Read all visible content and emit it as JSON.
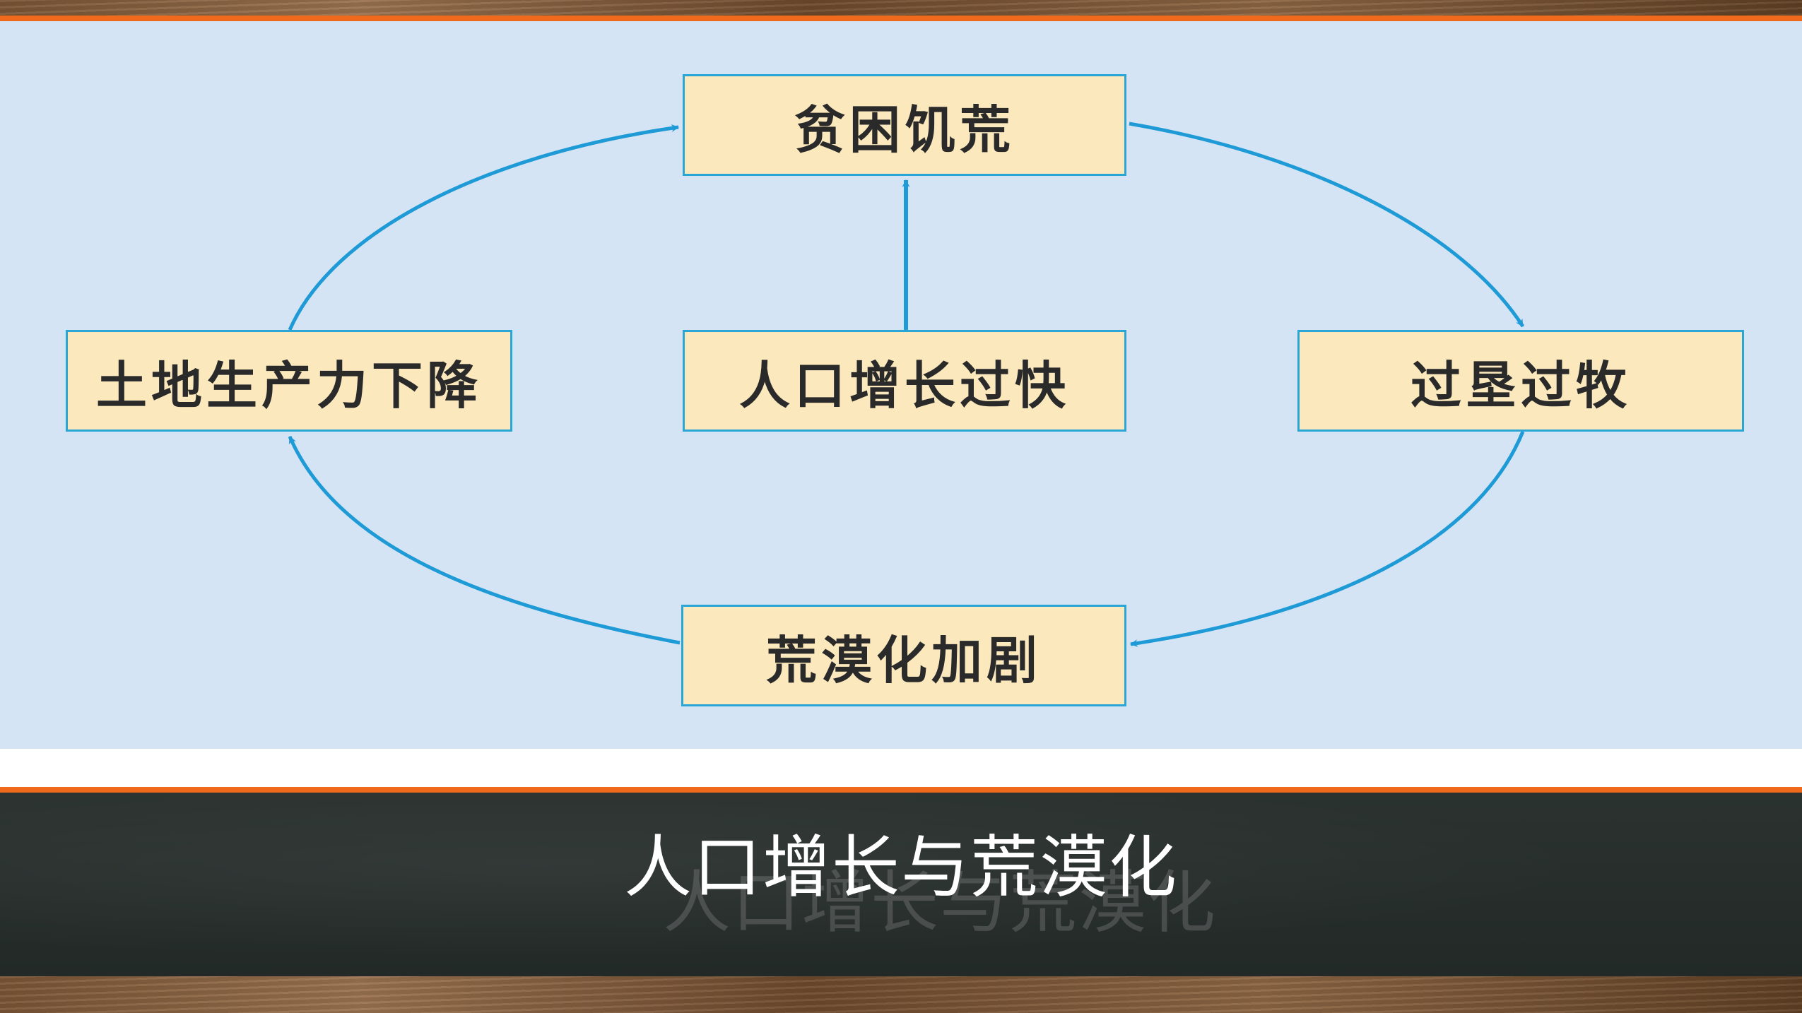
{
  "diagram": {
    "nodes": {
      "top": "贫困饥荒",
      "center": "人口增长过快",
      "left": "土地生产力下降",
      "right": "过垦过牧",
      "bottom": "荒漠化加剧"
    },
    "arrow_color": "#1e9ad6",
    "box_fill": "#fbe8bd",
    "box_border": "#2aa6d6",
    "background": "#d5e4f4"
  },
  "caption": {
    "title": "人口增长与荒漠化"
  },
  "colors": {
    "accent_line": "#f06a1c",
    "caption_bg": "#242b29"
  }
}
